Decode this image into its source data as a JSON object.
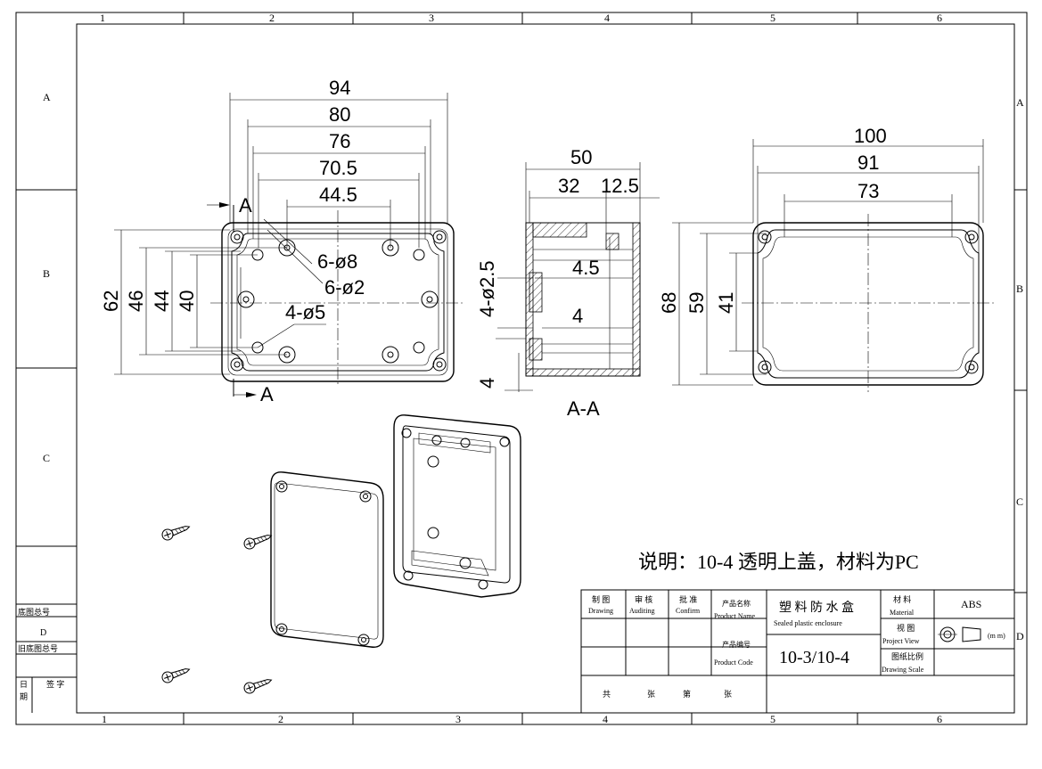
{
  "border": {
    "columns": [
      "1",
      "2",
      "3",
      "4",
      "5",
      "6"
    ],
    "rows": [
      "A",
      "B",
      "C",
      "D"
    ]
  },
  "left_strip": {
    "r1": "底图总号",
    "r2": "D",
    "r3": "旧底图总号",
    "r4a": "日",
    "r4b": "签 字",
    "r4c": "期"
  },
  "views": {
    "top_dims": [
      "94",
      "80",
      "76",
      "70.5",
      "44.5"
    ],
    "left_dims": [
      "62",
      "46",
      "44",
      "40"
    ],
    "hole_labels": [
      "6-ø8",
      "6-ø2",
      "4-ø5"
    ],
    "section_marks": [
      "A",
      "A"
    ],
    "side_dims": [
      "50",
      "32",
      "12.5",
      "4.5",
      "4",
      "4",
      "4-ø2.5"
    ],
    "side_caption": "A-A",
    "right_dims": [
      "100",
      "91",
      "73",
      "68",
      "59",
      "41"
    ]
  },
  "note": "说明：10-4 透明上盖，材料为PC",
  "title_block": {
    "drawing_cn": "制 图",
    "drawing_en": "Drawing",
    "auditing_cn": "审 核",
    "auditing_en": "Auditing",
    "confirm_cn": "批 准",
    "confirm_en": "Confirm",
    "product_name_cn": "产品名称",
    "product_name_en": "Product Name",
    "product_name_val_cn": "塑 料 防 水 盒",
    "product_name_val_en": "Sealed plastic enclosure",
    "product_code_cn": "产品编号",
    "product_code_en": "Product Code",
    "product_code_val": "10-3/10-4",
    "material_cn": "材 料",
    "material_en": "Material",
    "material_val": "ABS",
    "view_cn": "视 图",
    "view_en": "Project View",
    "scale_cn": "图纸比例",
    "scale_en": "Drawing Scale",
    "unit": "(m m)",
    "sheets": [
      "共",
      "张",
      "第",
      "张"
    ]
  }
}
